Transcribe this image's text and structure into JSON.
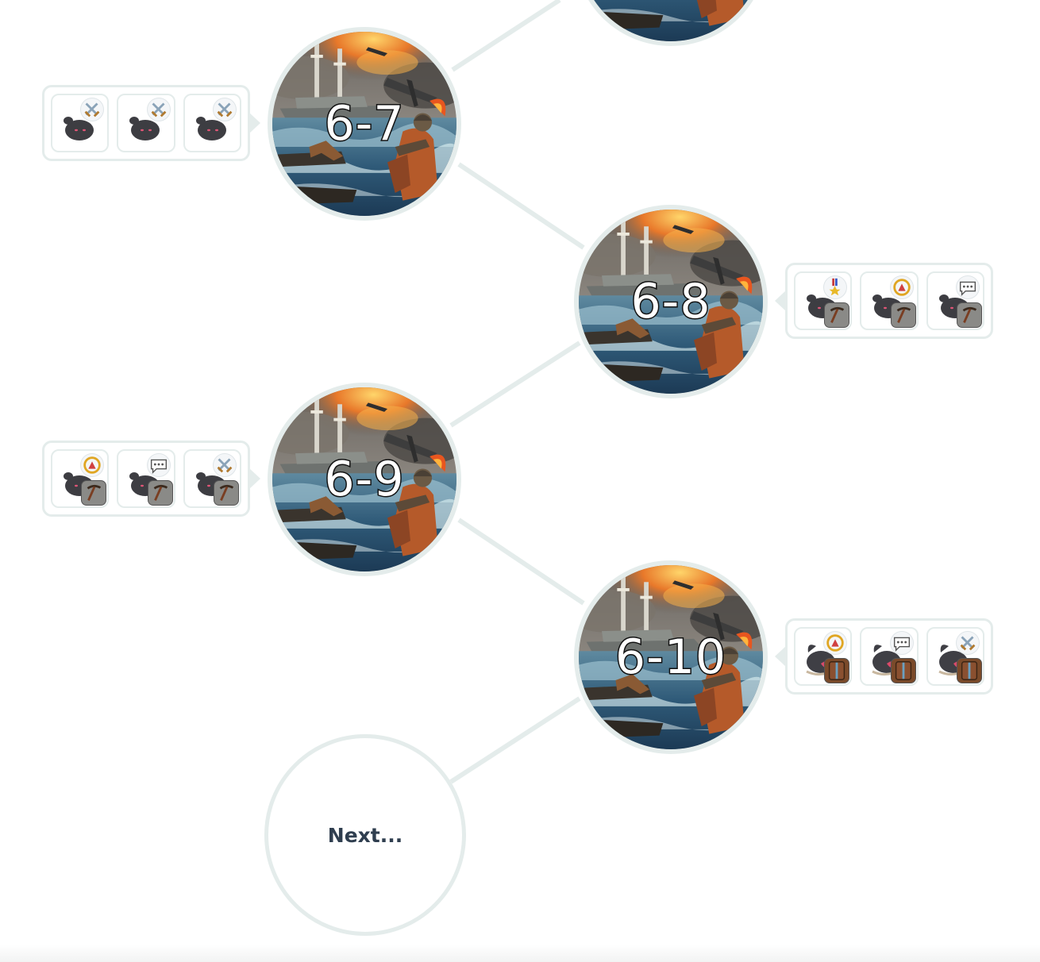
{
  "levels": [
    {
      "id": "6-6",
      "label": "",
      "partial": true
    },
    {
      "id": "6-7",
      "label": "6-7",
      "enemy_side": "left",
      "enemies": [
        {
          "creature": "dark-blob",
          "role": "swords-icon",
          "weapon": ""
        },
        {
          "creature": "dark-blob",
          "role": "swords-icon",
          "weapon": ""
        },
        {
          "creature": "dark-blob",
          "role": "swords-icon",
          "weapon": ""
        }
      ]
    },
    {
      "id": "6-8",
      "label": "6-8",
      "enemy_side": "right",
      "enemies": [
        {
          "creature": "dark-blob",
          "role": "medal-icon",
          "weapon": "pickaxe-icon"
        },
        {
          "creature": "dark-blob",
          "role": "compass-icon",
          "weapon": "pickaxe-icon"
        },
        {
          "creature": "dark-blob",
          "role": "speech-bubble-icon",
          "weapon": "pickaxe-icon"
        }
      ]
    },
    {
      "id": "6-9",
      "label": "6-9",
      "enemy_side": "left",
      "enemies": [
        {
          "creature": "dark-blob",
          "role": "compass-icon",
          "weapon": "pickaxe-icon"
        },
        {
          "creature": "dark-blob",
          "role": "speech-bubble-icon",
          "weapon": "pickaxe-icon"
        },
        {
          "creature": "dark-blob",
          "role": "swords-icon",
          "weapon": "pickaxe-icon"
        }
      ]
    },
    {
      "id": "6-10",
      "label": "6-10",
      "enemy_side": "right",
      "enemies": [
        {
          "creature": "dark-beast",
          "role": "compass-icon",
          "weapon": "shield-icon"
        },
        {
          "creature": "dark-beast",
          "role": "speech-bubble-icon",
          "weapon": "shield-icon"
        },
        {
          "creature": "dark-beast",
          "role": "swords-icon",
          "weapon": "shield-icon"
        }
      ]
    }
  ],
  "next": {
    "label": "Next..."
  },
  "colors": {
    "node_border": "#e4eceb",
    "connector": "#e4eceb",
    "label_text": "#ffffff",
    "label_outline": "#111111",
    "next_text": "#2f3e4f"
  }
}
